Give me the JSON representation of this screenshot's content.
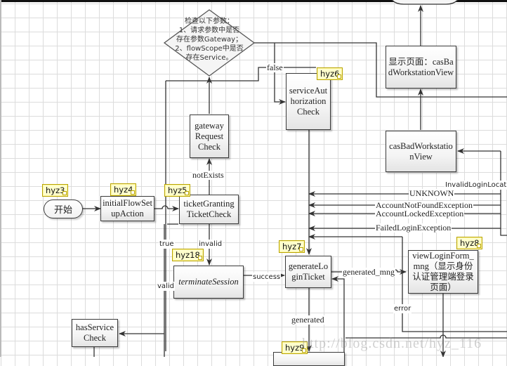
{
  "diagram": {
    "decision": {
      "lines": [
        "检查以下参数：",
        "1、请求参数中是否",
        "存在参数Gateway；",
        "2、flowScope中是否",
        "存在Service。"
      ]
    },
    "nodes": {
      "start": "开始",
      "initialFlowSetupAction": "initialFlowSetupAction",
      "ticketGrantingTicketCheck": "ticketGrantingTicketCheck",
      "gatewayRequestCheck": "gateway Request Check",
      "serviceAuthorizationCheck": "serviceAuthorizationCheck",
      "terminateSession": "terminateSession",
      "generateLoginTicket": "generateLoginTicket",
      "viewLoginFormMng": "viewLoginForm_mng（显示身份认证管理端登录页面）",
      "casBadWorkstationViewDisplay": "显示页面：casBadWorkstationView",
      "casBadWorkstationView": "casBadWorkstationView",
      "hasServiceCheck": "hasService Check"
    },
    "tags": {
      "hyz3": "hyz3",
      "hyz4": "hyz4",
      "hyz5": "hyz5",
      "hyz6": "hyz6",
      "hyz7": "hyz7",
      "hyz8": "hyz8",
      "hyz9": "hyz9",
      "hyz18": "hyz18"
    },
    "edge_labels": {
      "false": "false",
      "notExists": "notExists",
      "invalid": "invalid",
      "true": "true",
      "valid": "valid",
      "success": "success",
      "generated_mng": "generated_mng",
      "generated": "generated",
      "error": "error",
      "unknown": "UNKNOWN",
      "accountNotFound": "AccountNotFoundException",
      "accountLocked": "AccountLockedException",
      "failedLogin": "FailedLoginException",
      "invalidLoginLocation": "InvalidLoginLocatio"
    },
    "watermark": "http://blog.csdn.net/hyz_116"
  }
}
